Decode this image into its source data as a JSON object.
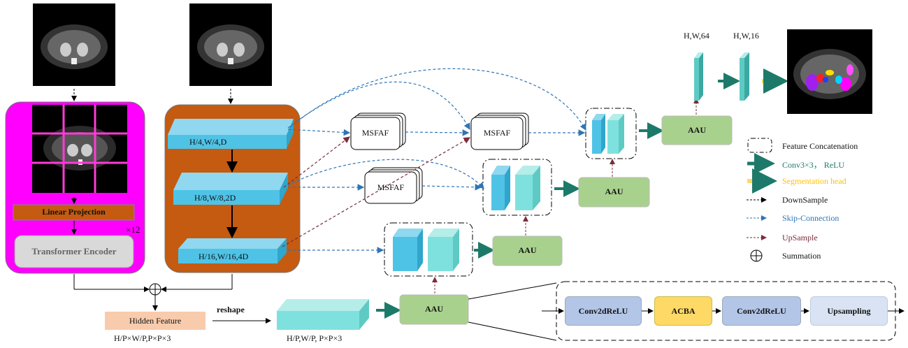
{
  "left_branch": {
    "linear_projection": "Linear Projection",
    "transformer_encoder": "Transformer Encoder",
    "repeat": "×12"
  },
  "cnn_branch": {
    "levels": [
      "H/4,W/4,D",
      "H/8,W/8,2D",
      "H/16,W/16,4D"
    ]
  },
  "hidden_feature": {
    "label": "Hidden Feature",
    "shape": "H/P×W/P,P×P×3"
  },
  "reshape": {
    "label": "reshape",
    "shape": "H/P,W/P, P×P×3"
  },
  "msfaf_label": "MSFAF",
  "aau_label": "AAU",
  "output": {
    "shape_64": "H,W,64",
    "shape_16": "H,W,16"
  },
  "aau_detail": {
    "blocks": [
      "Conv2dReLU",
      "ACBA",
      "Conv2dReLU",
      "Upsampling"
    ],
    "colors": [
      "#b4c6e7",
      "#ffd966",
      "#b4c6e7",
      "#dae3f3"
    ]
  },
  "legend": {
    "items": [
      {
        "label": "Feature Concatenation",
        "color": "#000000"
      },
      {
        "label": "Conv3×3， ReLU",
        "color": "#1d7a6a"
      },
      {
        "label": "Segmentation head",
        "color": "#ffc000"
      },
      {
        "label": "DownSample",
        "color": "#000000"
      },
      {
        "label": "Skip-Connection",
        "color": "#2e75b6"
      },
      {
        "label": "UpSample",
        "color": "#7b2c3b"
      },
      {
        "label": "Summation",
        "color": "#000000"
      }
    ]
  },
  "colors": {
    "transformer_bg": "#ff00ff",
    "cnn_bg": "#c55a11",
    "feature_block": "#4fc3e6",
    "aau_fill": "#a9d18e",
    "hidden_feature_fill": "#f8cbad",
    "reshape_block": "#7fe1dd"
  }
}
